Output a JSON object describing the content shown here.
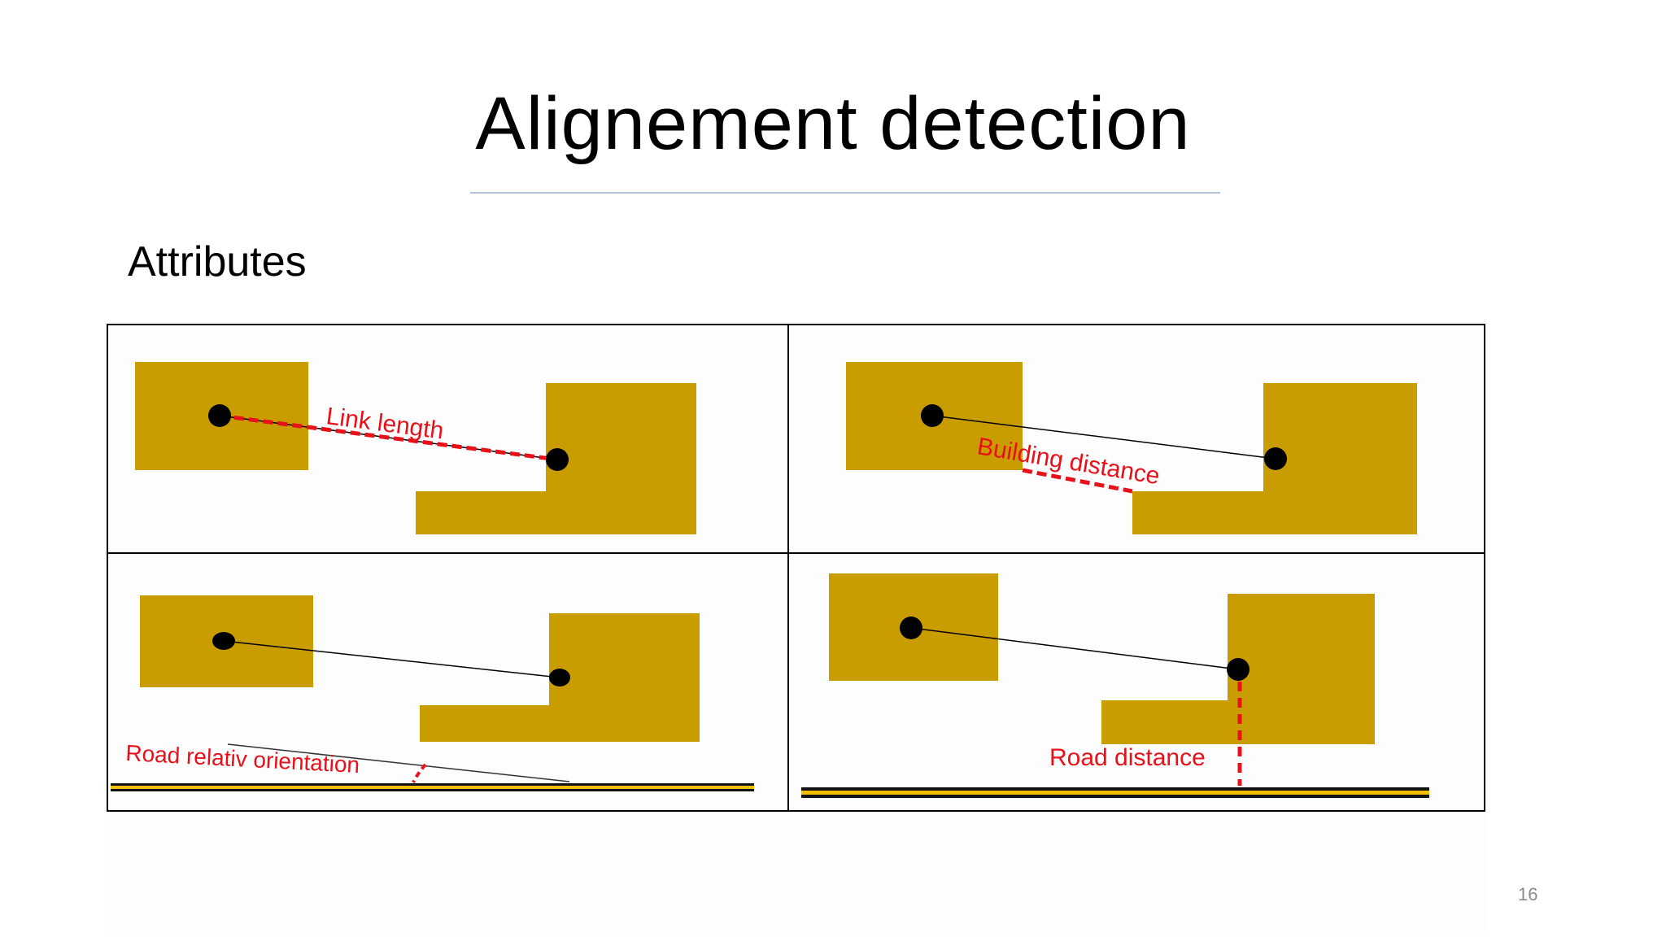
{
  "slide": {
    "title": "Alignement detection",
    "subtitle": "Attributes",
    "page_number": "16"
  },
  "colors": {
    "building": "#c99c00",
    "annotation": "#e8111a",
    "link": "#000000",
    "road_edge": "#111111",
    "road_center": "#f0c000",
    "grid": "#000000",
    "title_rule": "#b4c2d8"
  },
  "figure": {
    "panels": [
      {
        "id": "link-length",
        "label": "Link length"
      },
      {
        "id": "building-distance",
        "label": "Building distance"
      },
      {
        "id": "road-relative-orientation",
        "label": "Road relativ orientation"
      },
      {
        "id": "road-distance",
        "label": "Road distance"
      }
    ]
  }
}
